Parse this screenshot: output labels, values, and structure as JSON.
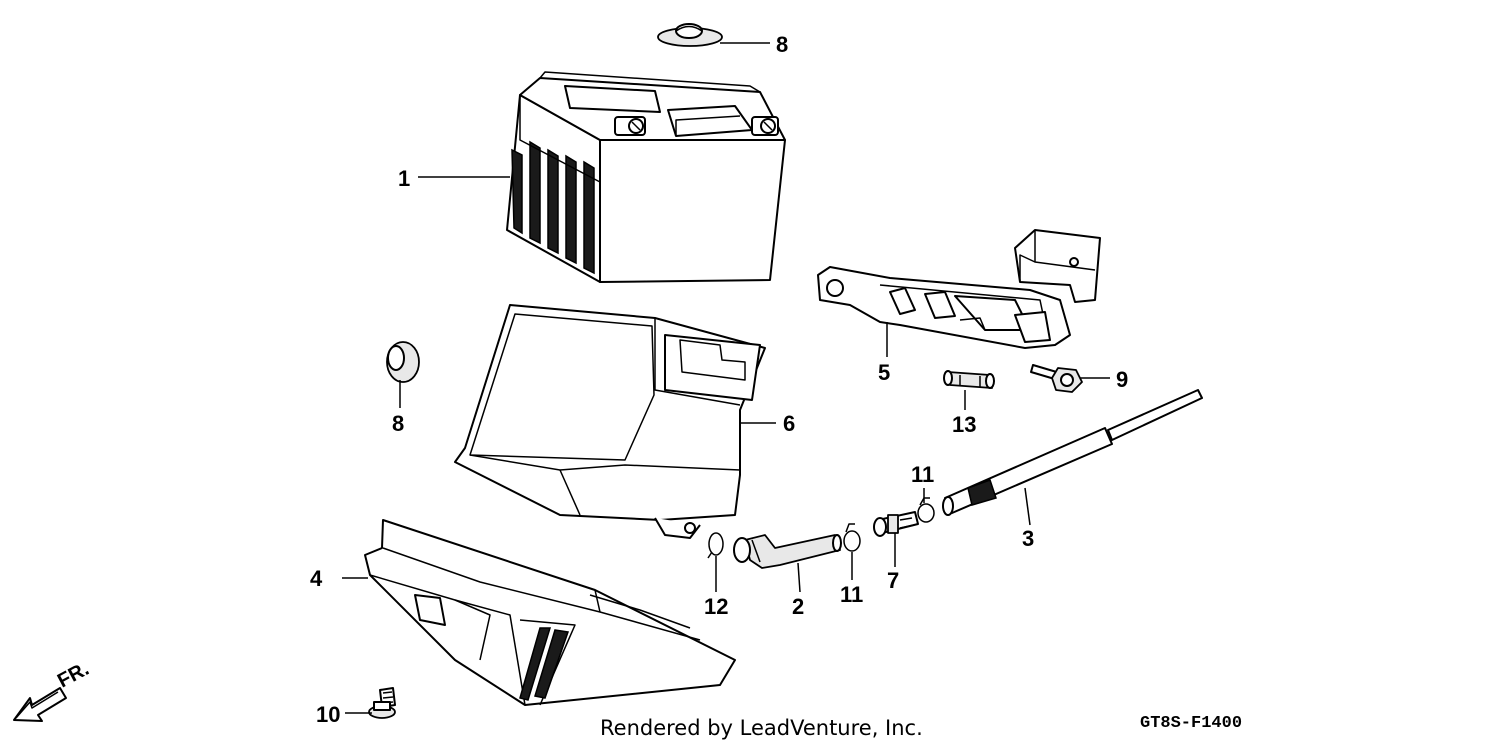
{
  "callouts": {
    "c1": "1",
    "c2": "2",
    "c3": "3",
    "c4": "4",
    "c5": "5",
    "c6": "6",
    "c7": "7",
    "c8_top": "8",
    "c8_left": "8",
    "c9": "9",
    "c10": "10",
    "c11_right": "11",
    "c11_left": "11",
    "c12": "12",
    "c13": "13"
  },
  "direction_label": "FR.",
  "credit": "Rendered by LeadVenture, Inc.",
  "diagram_code": "GT8S-F1400"
}
